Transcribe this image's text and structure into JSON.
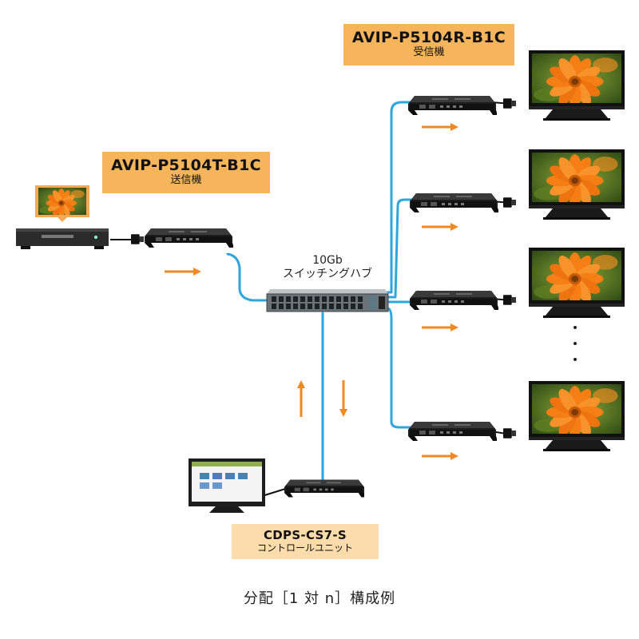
{
  "transmitter": {
    "model": "AVIP-P5104T-B1C",
    "role": "送信機"
  },
  "receiver": {
    "model": "AVIP-P5104R-B1C",
    "role": "受信機"
  },
  "switch": {
    "line1": "10Gb",
    "line2": "スイッチングハブ"
  },
  "controller": {
    "model": "CDPS-CS7-S",
    "role": "コントロールユニット"
  },
  "caption": "分配［1 対 n］構成例",
  "colors": {
    "network_cable": "#2ea6dc",
    "arrow": "#ef8a22",
    "label_bg": "#f7b55b",
    "control_label_bg": "#fcdcaa"
  },
  "icons": [
    "blu-ray-player-icon",
    "tv-monitor-icon",
    "av-over-ip-device-icon",
    "network-switch-icon",
    "flower-image-icon",
    "pc-monitor-icon",
    "hdmi-connector-icon"
  ]
}
